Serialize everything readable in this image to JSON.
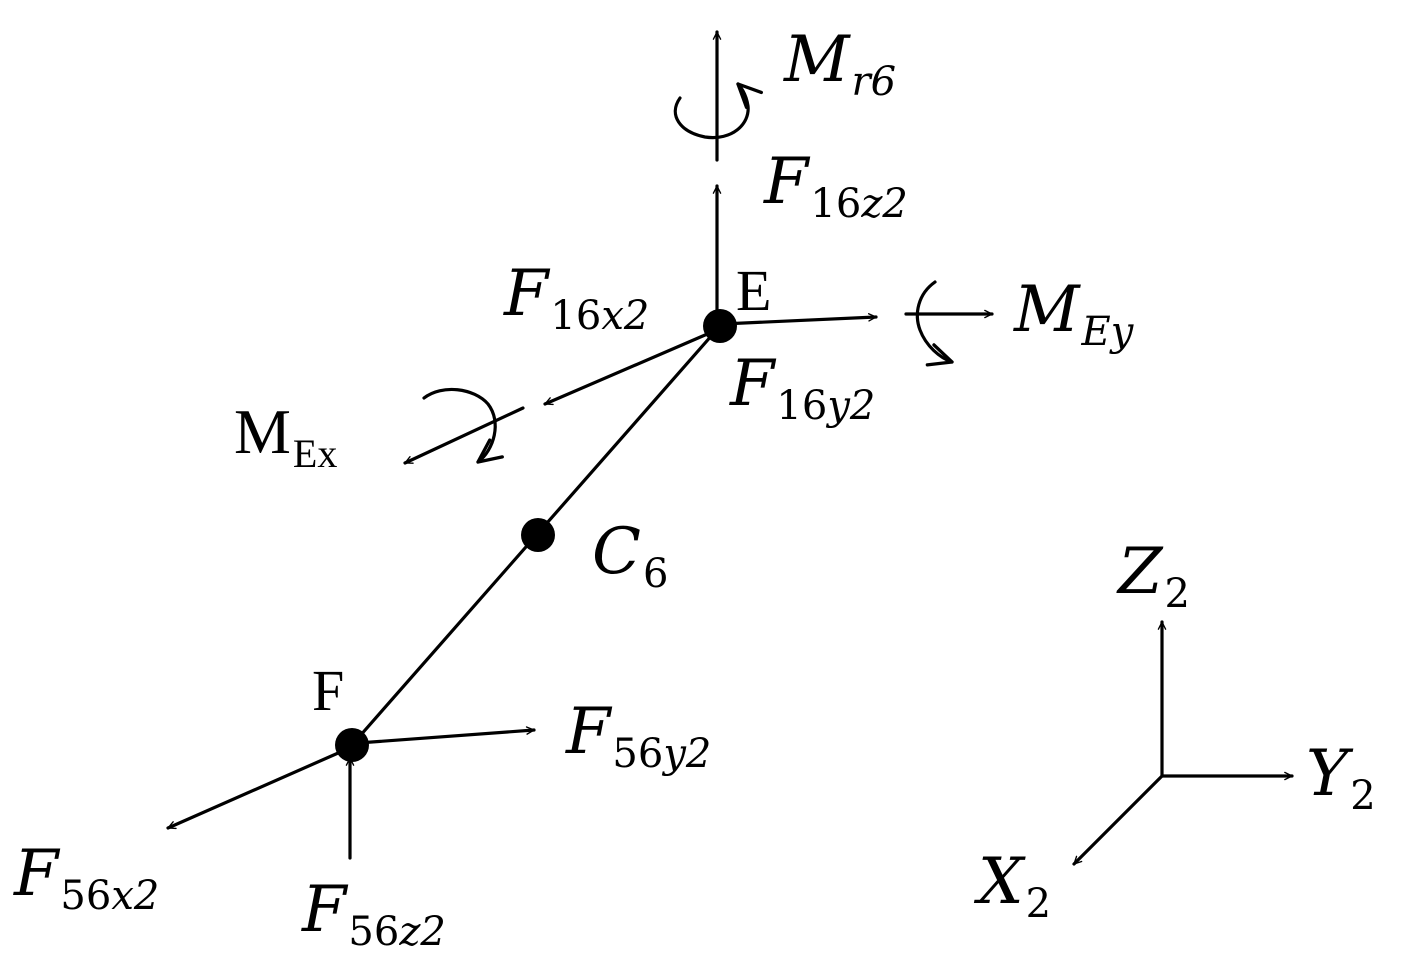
{
  "colors": {
    "ink": "#000000",
    "background": "#ffffff"
  },
  "points": {
    "E": "E",
    "F": "F",
    "C": {
      "main": "C",
      "sub": "6"
    }
  },
  "forces": {
    "F16z2": {
      "main": "F",
      "sub_num": "16",
      "sub_var": "z2"
    },
    "F16x2": {
      "main": "F",
      "sub_num": "16",
      "sub_var": "x2"
    },
    "F16y2": {
      "main": "F",
      "sub_num": "16",
      "sub_var": "y2"
    },
    "F56x2": {
      "main": "F",
      "sub_num": "56",
      "sub_var": "x2"
    },
    "F56y2": {
      "main": "F",
      "sub_num": "56",
      "sub_var": "y2"
    },
    "F56z2": {
      "main": "F",
      "sub_num": "56",
      "sub_var": "z2"
    }
  },
  "moments": {
    "Mr6": {
      "main": "M",
      "sub": "r6"
    },
    "MEy": {
      "main": "M",
      "sub": "Ey"
    },
    "MEx": {
      "main": "M",
      "sub": "Ex"
    }
  },
  "axes": {
    "Z": {
      "main": "Z",
      "sub": "2"
    },
    "Y": {
      "main": "Y",
      "sub": "2"
    },
    "X": {
      "main": "X",
      "sub": "2"
    }
  }
}
